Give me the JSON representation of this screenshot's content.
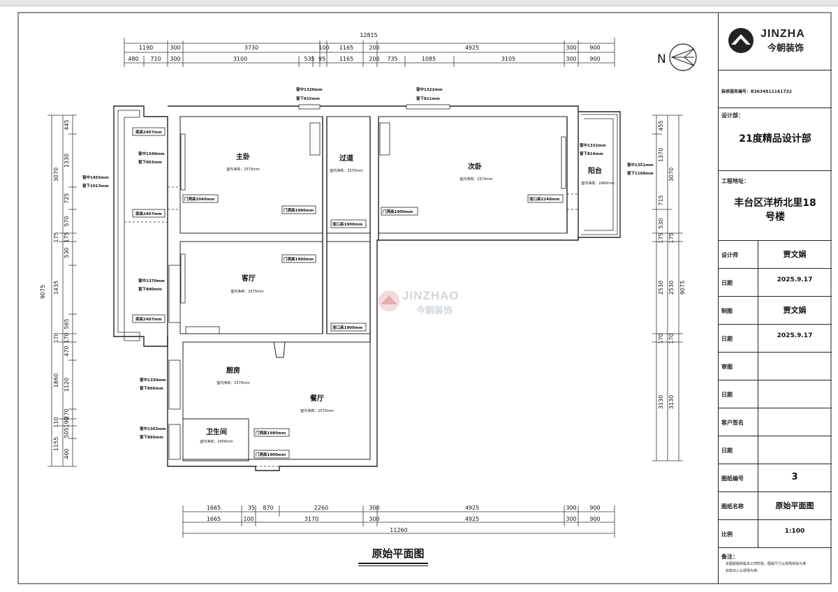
{
  "company": {
    "brand_en": "JINZHA",
    "brand_cn": "今朝装饰"
  },
  "watermark": {
    "en": "JINZHAO",
    "cn": "今朝装饰"
  },
  "compass": {
    "label": "N"
  },
  "plan_title": "原始平面图",
  "title_block": {
    "id_label": "装修服务编号：B3634911161732",
    "designer_dept_label": "设计部：",
    "designer_dept": "21度精品设计部",
    "address_label": "工程地址：",
    "address_line1": "丰台区洋桥北里18",
    "address_line2": "号楼",
    "rows": [
      {
        "label": "设计师",
        "value": "贾文娟"
      },
      {
        "label": "日期",
        "value": "2025.9.17"
      },
      {
        "label": "制图",
        "value": "贾文娟"
      },
      {
        "label": "日期",
        "value": "2025.9.17"
      },
      {
        "label": "审图",
        "value": ""
      },
      {
        "label": "日期",
        "value": ""
      },
      {
        "label": "客户签名",
        "value": ""
      },
      {
        "label": "日期",
        "value": ""
      },
      {
        "label": "图纸编号",
        "value": "3"
      },
      {
        "label": "图纸名称",
        "value": "原始平面图"
      },
      {
        "label": "比例",
        "value": "1:100"
      }
    ],
    "notes_label": "备注：",
    "notes_line1": "本图纸版权属本公司所有，图纸尺寸以现场实际为准",
    "notes_line2": "如有出入以现场为准。"
  },
  "rooms": {
    "master": {
      "name": "主卧",
      "height": "室内净高：2570mm"
    },
    "hall": {
      "name": "过道",
      "height": "室内净高：2570mm"
    },
    "second": {
      "name": "次卧",
      "height": "室内净高：2570mm"
    },
    "balcony": {
      "name": "阳台",
      "height": "室内净高：2460mm"
    },
    "living": {
      "name": "客厅",
      "height": "室内净高：2570mm"
    },
    "kitchen": {
      "name": "厨房",
      "height": "室内净高：2570mm"
    },
    "dining": {
      "name": "餐厅",
      "height": "室内净高：2570mm"
    },
    "bath": {
      "name": "卫生间",
      "height": "室内净高：2400mm"
    }
  },
  "labels": {
    "door_2040": "门洞高2040mm",
    "door_1980": "门洞高1980mm",
    "door_1900a": "门洞高1900mm",
    "door_1900b": "门洞高1900mm",
    "door_1900c": "门洞高1900mm",
    "door_1980b": "门洞高1980mm",
    "opening_1": "垭口高1900mm",
    "opening_2": "垭口高2240mm",
    "opening_3": "垭口高1900mm",
    "beam_1": "梁高2407mm",
    "beam_2": "梁高2407mm",
    "beam_3": "梁高2407mm",
    "win_top1_a": "窗中1320mm",
    "win_top1_b": "窗下815mm",
    "win_top2_a": "窗中1322mm",
    "win_top2_b": "窗下811mm",
    "win_left1_a": "窗中1340mm",
    "win_left1_b": "窗下863mm",
    "win_left2_a": "窗中1370mm",
    "win_left2_b": "窗下880mm",
    "win_outer_a": "窗中1455mm",
    "win_outer_b": "窗下1013mm",
    "win_kit_a": "窗中1330mm",
    "win_kit_b": "窗下860mm",
    "win_bath_a": "窗中1302mm",
    "win_bath_b": "窗下860mm",
    "win_bal_a": "窗中1332mm",
    "win_bal_b": "窗下814mm",
    "win_bal2_a": "窗中1351mm",
    "win_bal2_b": "窗下1168mm"
  },
  "dims": {
    "top_total": "12815",
    "top_row1": [
      "1190",
      "300",
      "3730",
      "100",
      "1165",
      "200",
      "4925",
      "300",
      "900"
    ],
    "top_row2": [
      "480",
      "710",
      "300",
      "3100",
      "535",
      "95",
      "1165",
      "200",
      "735",
      "1085",
      "3105",
      "300",
      "900"
    ],
    "bottom_row1": [
      "1665",
      "35",
      "870",
      "2260",
      "300",
      "4925",
      "300",
      "900"
    ],
    "bottom_row2": [
      "1665",
      "100",
      "3170",
      "300",
      "4925",
      "300",
      "900"
    ],
    "bottom_total": "11260",
    "left_total": "9075",
    "left_col1": [
      "3070",
      "175",
      "1435",
      "170",
      "1860",
      "110",
      "1155"
    ],
    "left_col2": [
      "445",
      "1330",
      "725",
      "570",
      "175",
      "530",
      "565",
      "170",
      "470",
      "1120",
      "270",
      "190",
      "505",
      "460"
    ],
    "right_total": "9075",
    "right_col1": [
      "455",
      "3070",
      "715",
      "530",
      "175",
      "2530",
      "170",
      "3130"
    ],
    "right_col2": [
      "1370",
      "175",
      "2530",
      "170",
      "3130"
    ]
  }
}
